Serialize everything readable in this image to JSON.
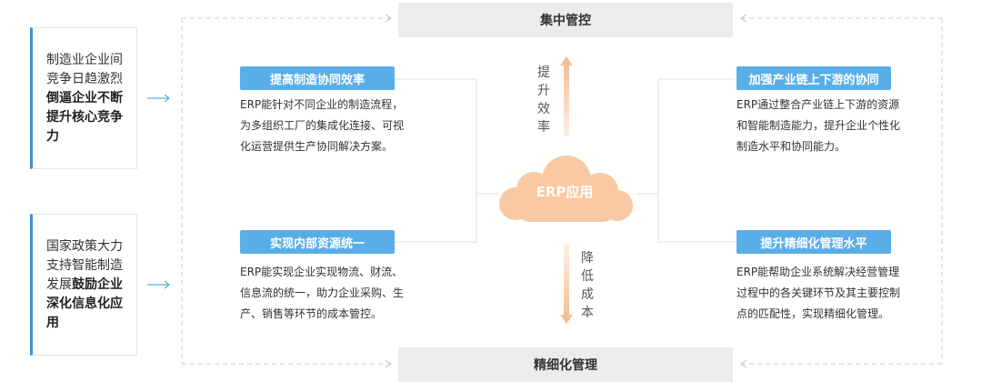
{
  "diagram": {
    "top_bar": "集中管控",
    "bottom_bar": "精细化管理",
    "center": "ERP应用",
    "up_arrow_text": "提升效率",
    "down_arrow_text": "降低成本",
    "left_boxes": [
      {
        "normal": "制造业企业间竞争日趋激烈",
        "bold": "倒逼企业不断提升核心竞争力"
      },
      {
        "normal": "国家政策大力支持智能制造发展",
        "bold": "鼓励企业深化信息化应用"
      }
    ],
    "features": {
      "top_left": {
        "title": "提高制造协同效率",
        "text": "ERP能针对不同企业的制造流程，为多组织工厂的集成化连接、可视化运营提供生产协同解决方案。"
      },
      "bottom_left": {
        "title": "实现内部资源统一",
        "text": "ERP能实现企业实现物流、财流、信息流的统一，助力企业采购、生产、销售等环节的成本管控。"
      },
      "top_right": {
        "title": "加强产业链上下游的协同",
        "text": "ERP通过整合产业链上下游的资源和智能制造能力，提升企业个性化制造水平和协同能力。"
      },
      "bottom_right": {
        "title": "提升精细化管理水平",
        "text": "ERP能帮助企业系统解决经营管理过程中的各关键环节及其主要控制点的匹配性，实现精细化管理。"
      }
    },
    "colors": {
      "accent_blue": "#5aaee8",
      "left_border": "#3d8fd8",
      "cloud": "#f8c9a3",
      "arrow": "#f5b98b",
      "bar_bg": "#ececec"
    }
  }
}
